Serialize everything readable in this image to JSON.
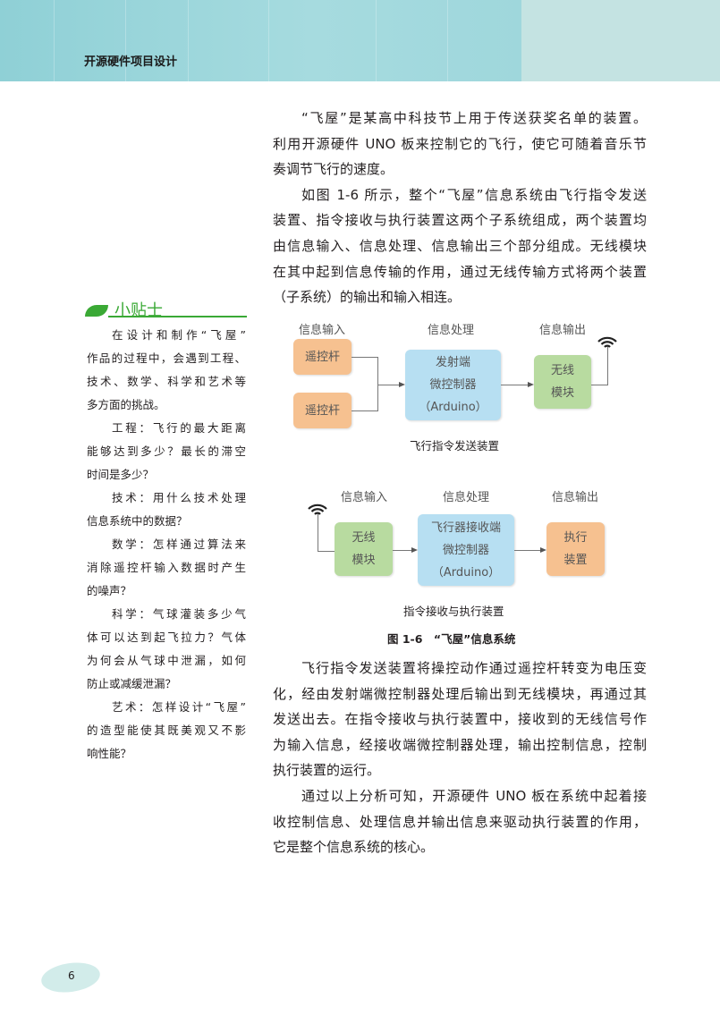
{
  "header": {
    "title": "开源硬件项目设计"
  },
  "intro": {
    "paragraphs": [
      [
        "“飞屋”是某高中科技节上用于传送获奖名单的装置。",
        "利用开源硬件 UNO 板来控制它的飞行，使它可随着音乐节",
        "奏调节飞行的速度。"
      ],
      [
        "如图 1-6 所示，整个“飞屋”信息系统由飞行指令发送",
        "装置、指令接收与执行装置这两个子系统组成，两个装置均",
        "由信息输入、信息处理、信息输出三个部分组成。无线模块",
        "在其中起到信息传输的作用，通过无线传输方式将两个装置",
        "（子系统）的输出和输入相连。"
      ]
    ]
  },
  "tips": {
    "title": "小贴士",
    "paragraphs": [
      [
        "在设计和制作“飞屋”",
        "作品的过程中，会遇到工程、",
        "技术、数学、科学和艺术等",
        "多方面的挑战。"
      ],
      [
        "工程：飞行的最大距离",
        "能够达到多少？最长的滞空",
        "时间是多少？"
      ],
      [
        "技术：用什么技术处理",
        "信息系统中的数据？"
      ],
      [
        "数学：怎样通过算法来",
        "消除遥控杆输入数据时产生",
        "的噪声？"
      ],
      [
        "科学：气球灌装多少气",
        "体可以达到起飞拉力？气体",
        "为何会从气球中泄漏，如何",
        "防止或减缓泄漏？"
      ],
      [
        "艺术：怎样设计“飞屋”",
        "的造型能使其既美观又不影",
        "响性能？"
      ]
    ]
  },
  "figure": {
    "sender": {
      "labels": [
        "信息输入",
        "信息处理",
        "信息输出"
      ],
      "input1": "遥控杆",
      "input2": "遥控杆",
      "mcu": [
        "发射端",
        "微控制器",
        "（Arduino）"
      ],
      "wireless": [
        "无线",
        "模块"
      ],
      "caption": "飞行指令发送装置"
    },
    "receiver": {
      "labels": [
        "信息输入",
        "信息处理",
        "信息输出"
      ],
      "wireless": [
        "无线",
        "模块"
      ],
      "mcu": [
        "飞行器接收端",
        "微控制器",
        "（Arduino）"
      ],
      "output": [
        "执行",
        "装置"
      ],
      "caption": "指令接收与执行装置"
    },
    "caption": "图 1-6　“飞屋”信息系统"
  },
  "body": {
    "paragraphs": [
      [
        "飞行指令发送装置将操控动作通过遥控杆转变为电压变",
        "化，经由发射端微控制器处理后输出到无线模块，再通过其",
        "发送出去。在指令接收与执行装置中，接收到的无线信号作",
        "为输入信息，经接收端微控制器处理，输出控制信息，控制",
        "执行装置的运行。"
      ],
      [
        "通过以上分析可知，开源硬件 UNO 板在系统中起着接",
        "收控制信息、处理信息并输出信息来驱动执行装置的作用，",
        "它是整个信息系统的核心。"
      ]
    ]
  },
  "page_number": "6"
}
